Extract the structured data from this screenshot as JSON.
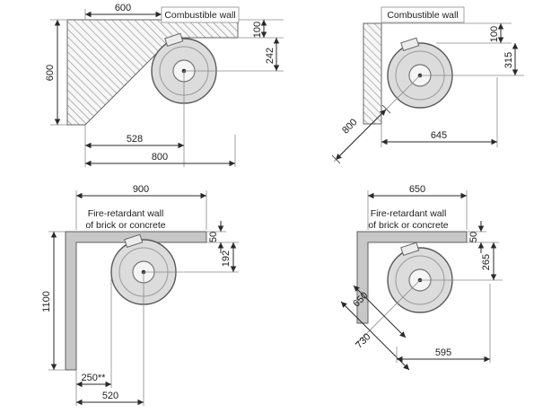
{
  "colors": {
    "fire_retardant_wall": "#c7c7c7",
    "stove_body": "#dcdcdc",
    "hatch_line": "#8a8a8a"
  },
  "diagrams": {
    "combustible_corner": {
      "wall_label": "Combustible wall",
      "dim_top_width": "600",
      "dim_wall_thickness": "100",
      "dim_wall_to_center_v": "242",
      "dim_left_height": "600",
      "dim_to_center_h": "528",
      "dim_total_h": "800"
    },
    "combustible_side": {
      "wall_label": "Combustible wall",
      "dim_wall_thickness": "100",
      "dim_to_center_v": "315",
      "dim_diagonal": "800",
      "dim_bottom": "645"
    },
    "fire_retardant_corner": {
      "wall_label_line1": "Fire-retardant wall",
      "wall_label_line2": "of brick or concrete",
      "dim_top": "900",
      "dim_thickness": "50",
      "dim_to_center_v": "192",
      "dim_left_height": "1100",
      "dim_to_edge": "250**",
      "dim_to_center_h": "520"
    },
    "fire_retardant_side": {
      "wall_label_line1": "Fire-retardant wall",
      "wall_label_line2": "of brick or concrete",
      "dim_top": "650",
      "dim_thickness": "50",
      "dim_to_center_v": "265",
      "dim_diag_inner": "650",
      "dim_diag_outer": "730",
      "dim_bottom": "595"
    }
  }
}
